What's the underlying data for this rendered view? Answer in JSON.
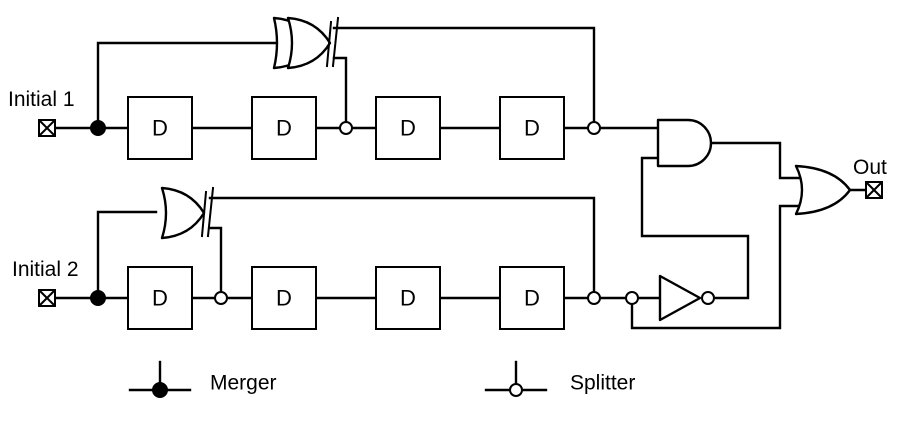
{
  "inputs": {
    "initial_1": "Initial 1",
    "initial_2": "Initial 2"
  },
  "output": {
    "out": "Out"
  },
  "flip_flop_label": "D",
  "legend": {
    "merger": "Merger",
    "splitter": "Splitter"
  }
}
